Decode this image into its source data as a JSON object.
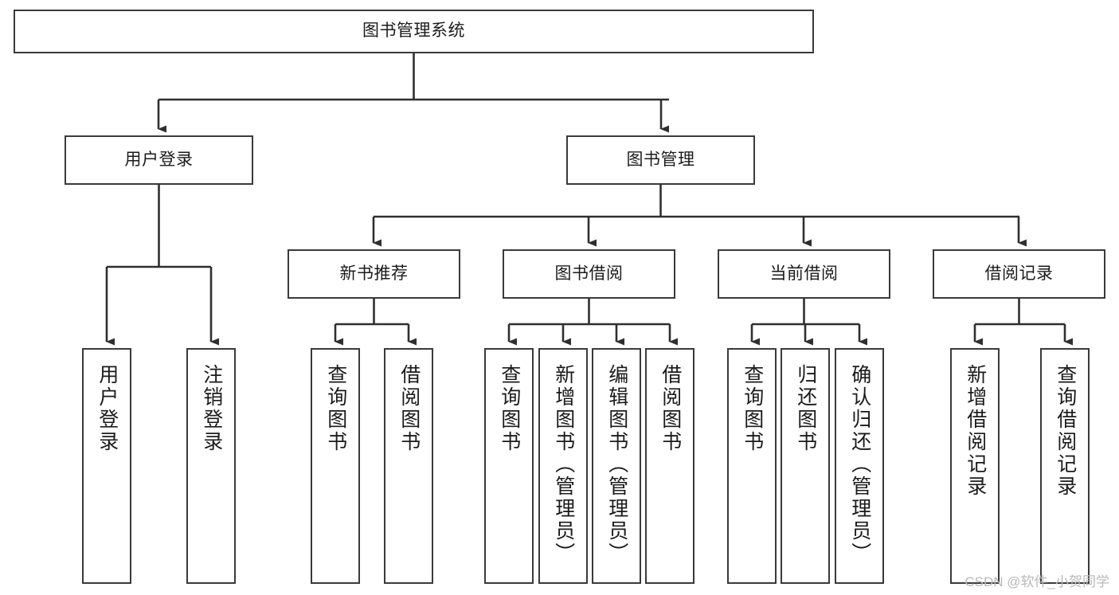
{
  "diagram": {
    "title": "图书管理系统",
    "watermark": "CSDN @软件_小贺同学",
    "type": "tree-hierarchy",
    "colors": {
      "background": "#ffffff",
      "box_border": "#3a3a3a",
      "box_fill": "#ffffff",
      "connector": "#2f2f2f",
      "text": "#1b1b1b",
      "watermark": "#b9b9b9"
    },
    "root": {
      "label": "图书管理系统"
    },
    "level2": [
      {
        "label": "用户登录"
      },
      {
        "label": "图书管理"
      }
    ],
    "level3": [
      {
        "label": "新书推荐"
      },
      {
        "label": "图书借阅"
      },
      {
        "label": "当前借阅"
      },
      {
        "label": "借阅记录"
      }
    ],
    "leaves": {
      "user_login": [
        {
          "label": "用户登录"
        },
        {
          "label": "注销登录"
        }
      ],
      "new_book_recommend": [
        {
          "label": "查询图书"
        },
        {
          "label": "借阅图书"
        }
      ],
      "book_borrow": [
        {
          "label": "查询图书"
        },
        {
          "label": "新增图书（管理员）"
        },
        {
          "label": "编辑图书（管理员）"
        },
        {
          "label": "借阅图书"
        }
      ],
      "current_borrow": [
        {
          "label": "查询图书"
        },
        {
          "label": "归还图书"
        },
        {
          "label": "确认归还（管理员）"
        }
      ],
      "borrow_record": [
        {
          "label": "新增借阅记录"
        },
        {
          "label": "查询借阅记录"
        }
      ]
    }
  }
}
